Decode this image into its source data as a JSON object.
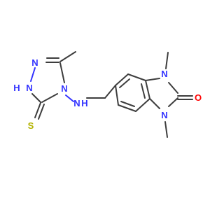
{
  "molecule": {
    "atoms": {
      "n_triazole_top": {
        "symbol": "N",
        "color": "#3333ff"
      },
      "n_triazole_nh": {
        "symbol": "N",
        "h": "H",
        "color": "#3333ff"
      },
      "n_triazole_4": {
        "symbol": "N",
        "color": "#3333ff"
      },
      "sulfur": {
        "symbol": "S",
        "color": "#b3b300"
      },
      "n_amine": {
        "symbol": "N",
        "h": "H",
        "color": "#3333ff"
      },
      "n_benz_1": {
        "symbol": "N",
        "color": "#3333ff"
      },
      "n_benz_3": {
        "symbol": "N",
        "color": "#3333ff"
      },
      "oxygen": {
        "symbol": "O",
        "color": "#ff0000"
      }
    }
  }
}
